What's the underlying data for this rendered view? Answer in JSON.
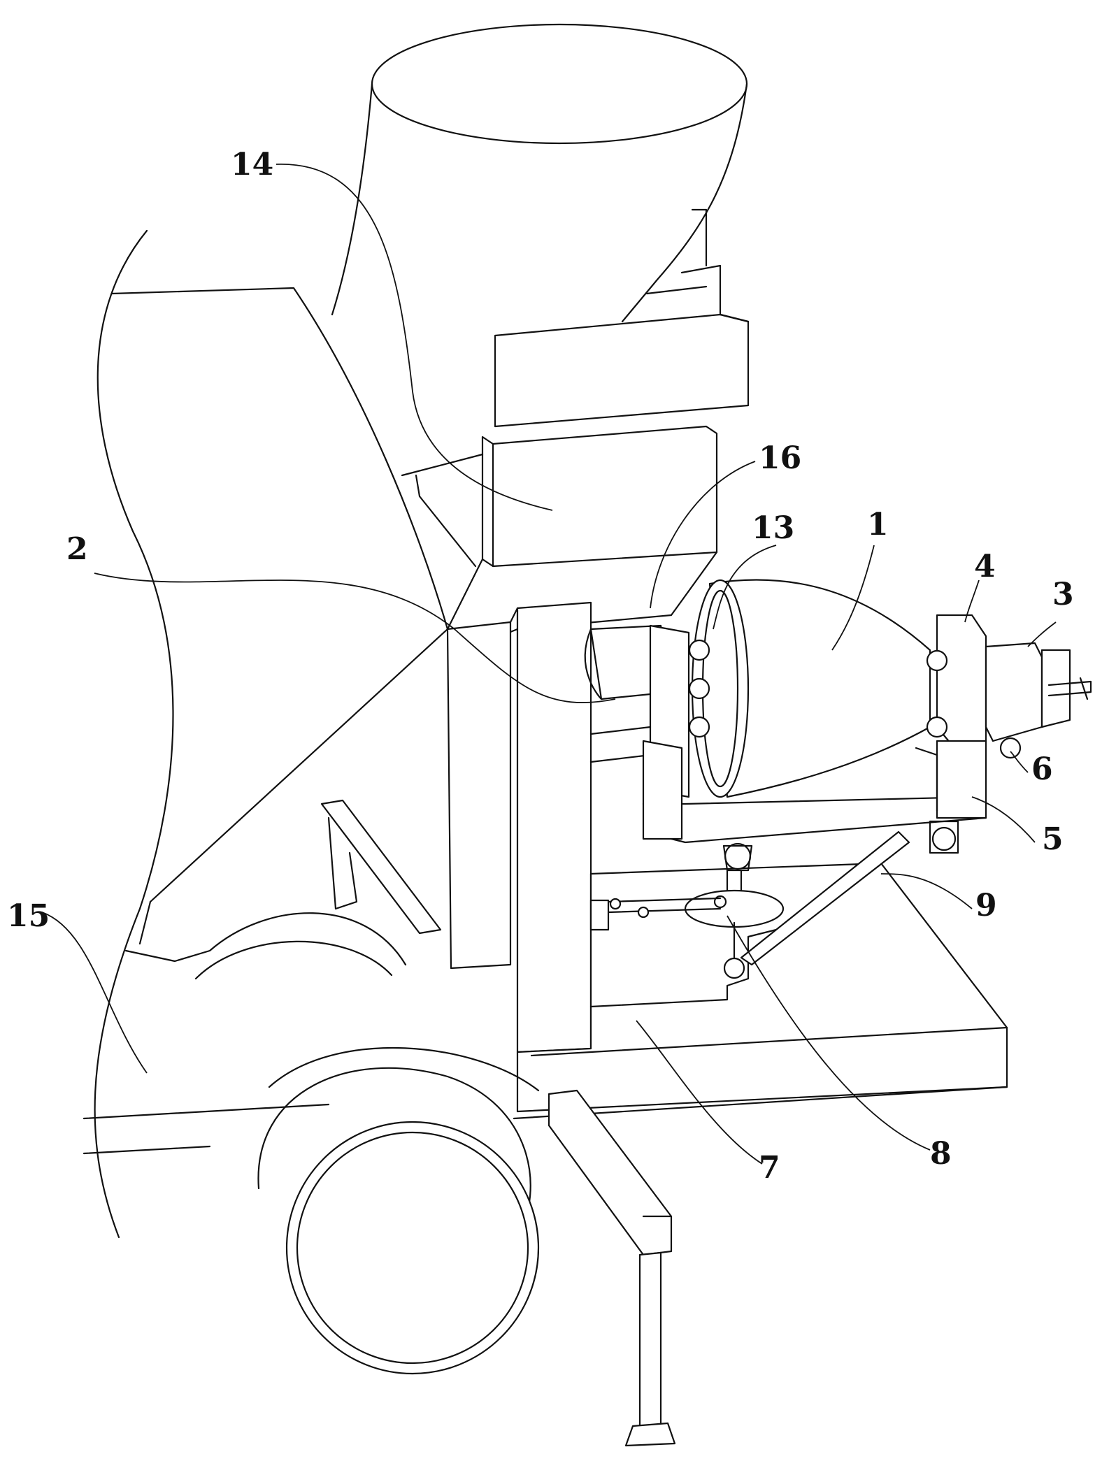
{
  "callouts": [
    {
      "id": "c1",
      "text": "1"
    },
    {
      "id": "c2",
      "text": "2"
    },
    {
      "id": "c3",
      "text": "3"
    },
    {
      "id": "c4",
      "text": "4"
    },
    {
      "id": "c5",
      "text": "5"
    },
    {
      "id": "c6",
      "text": "6"
    },
    {
      "id": "c7",
      "text": "7"
    },
    {
      "id": "c8",
      "text": "8"
    },
    {
      "id": "c9",
      "text": "9"
    },
    {
      "id": "c13",
      "text": "13"
    },
    {
      "id": "c14",
      "text": "14"
    },
    {
      "id": "c15",
      "text": "15"
    },
    {
      "id": "c16",
      "text": "16"
    }
  ]
}
